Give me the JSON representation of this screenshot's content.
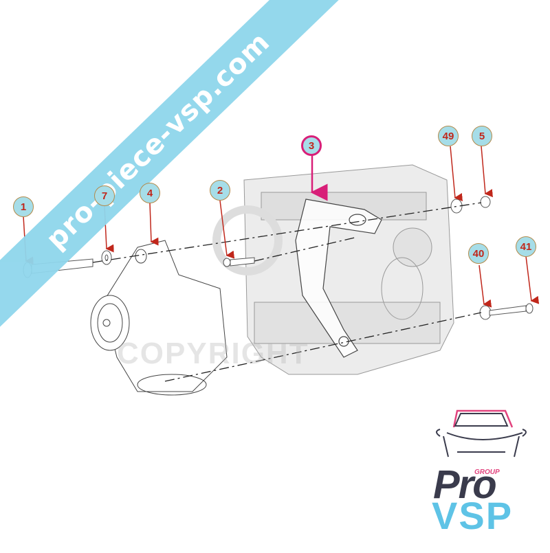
{
  "watermark": {
    "text": "pro-piece-vsp.com",
    "color": "#8fd6ec"
  },
  "copyright_watermark": "COPYRIGHT",
  "callouts": [
    {
      "id": "1",
      "label": "1"
    },
    {
      "id": "7",
      "label": "7"
    },
    {
      "id": "4",
      "label": "4"
    },
    {
      "id": "2",
      "label": "2"
    },
    {
      "id": "3",
      "label": "3",
      "highlighted": true
    },
    {
      "id": "49",
      "label": "49"
    },
    {
      "id": "5",
      "label": "5"
    },
    {
      "id": "40",
      "label": "40"
    },
    {
      "id": "41",
      "label": "41"
    }
  ],
  "logo": {
    "group": "GROUP",
    "pro": "Pro",
    "vsp": "VSP",
    "accent_pink": "#e2437e",
    "accent_blue": "#5ec3e6",
    "dark": "#3a3b4c"
  },
  "colors": {
    "callout_fill": "#a6dde8",
    "callout_text": "#c0271b",
    "arrow": "#c0271b",
    "highlight": "#d81f78"
  }
}
